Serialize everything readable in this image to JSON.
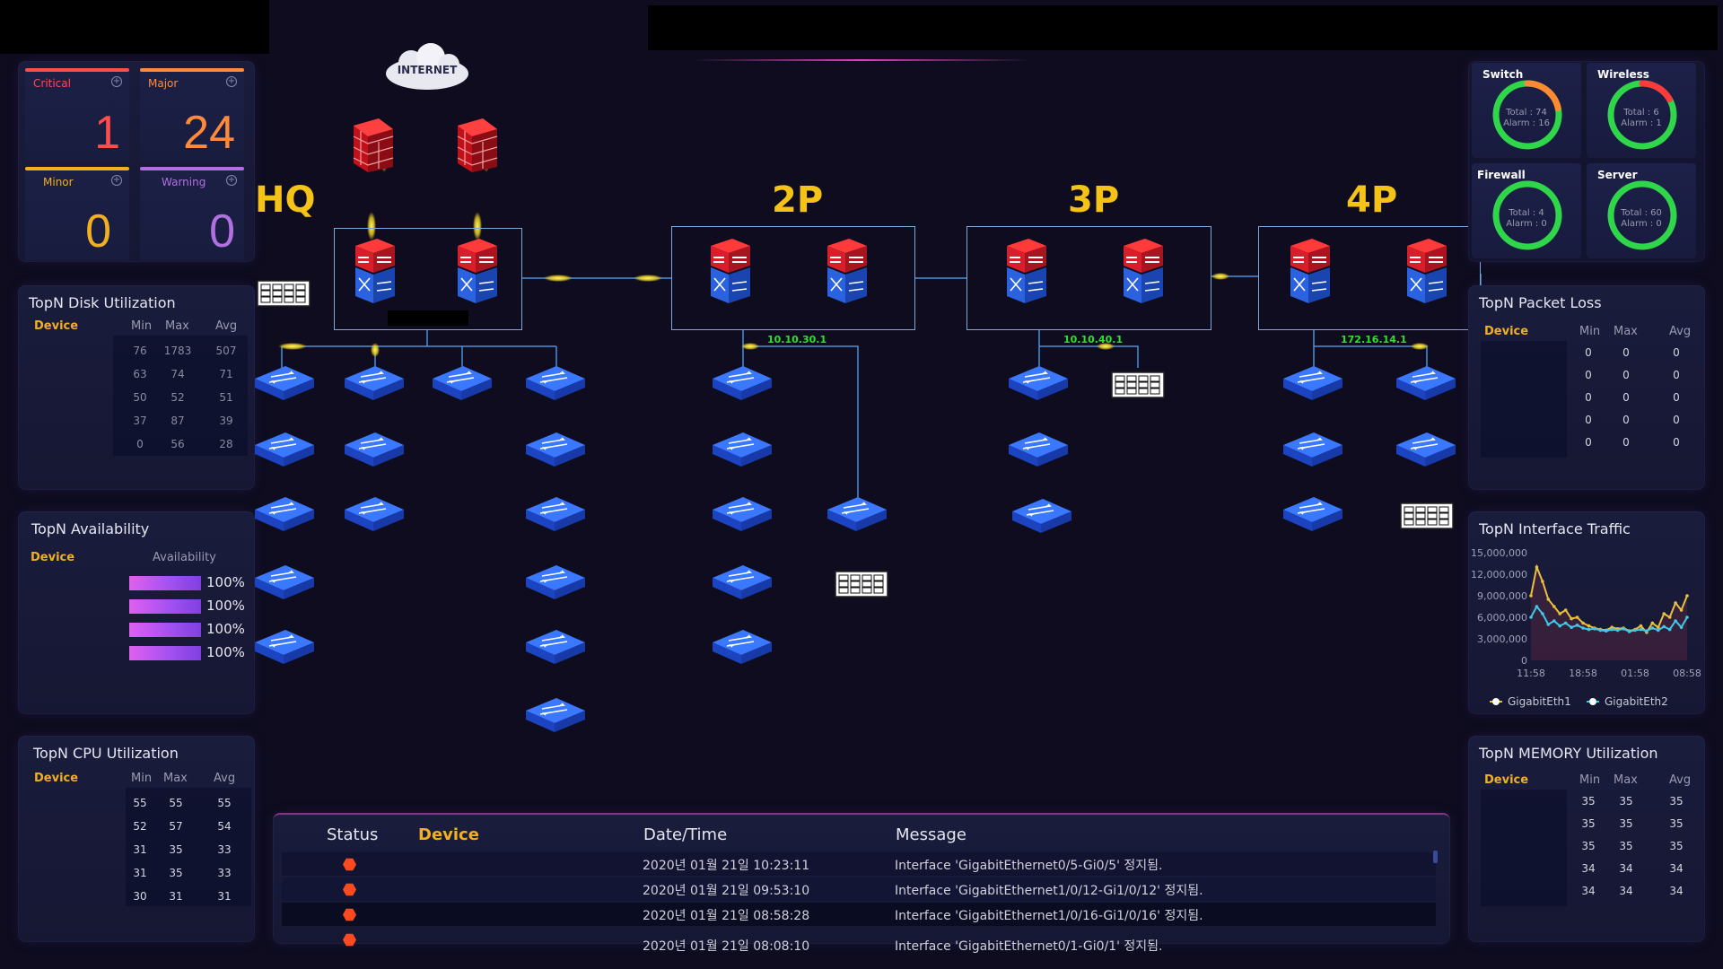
{
  "alarms": {
    "critical": {
      "label": "Critical",
      "value": "1",
      "color": "#ff4c4c"
    },
    "major": {
      "label": "Major",
      "value": "24",
      "color": "#ff8a3a"
    },
    "minor": {
      "label": "Minor",
      "value": "0",
      "color": "#f0b020"
    },
    "warning": {
      "label": "Warning",
      "value": "0",
      "color": "#b070e0"
    }
  },
  "map": {
    "internet": "INTERNET",
    "sites": [
      "HQ",
      "2P",
      "3P",
      "4P"
    ],
    "ips": [
      "10.10.30.1",
      "10.10.40.1",
      "172.16.14.1"
    ]
  },
  "disk": {
    "title": "TopN Disk Utilization",
    "headers": [
      "Device",
      "Min",
      "Max",
      "Avg"
    ],
    "rows": [
      [
        "76",
        "1783",
        "507"
      ],
      [
        "63",
        "74",
        "71"
      ],
      [
        "50",
        "52",
        "51"
      ],
      [
        "37",
        "87",
        "39"
      ],
      [
        "0",
        "56",
        "28"
      ]
    ]
  },
  "availability": {
    "title": "TopN Availability",
    "headers": [
      "Device",
      "Availability"
    ],
    "rows": [
      {
        "value": "100%",
        "fraction": 1.0
      },
      {
        "value": "100%",
        "fraction": 1.0
      },
      {
        "value": "100%",
        "fraction": 1.0
      },
      {
        "value": "100%",
        "fraction": 1.0
      }
    ]
  },
  "cpu": {
    "title": "TopN CPU Utilization",
    "headers": [
      "Device",
      "Min",
      "Max",
      "Avg"
    ],
    "rows": [
      [
        "55",
        "55",
        "55"
      ],
      [
        "52",
        "57",
        "54"
      ],
      [
        "31",
        "35",
        "33"
      ],
      [
        "31",
        "35",
        "33"
      ],
      [
        "30",
        "31",
        "31"
      ]
    ]
  },
  "gauges": [
    {
      "label": "Switch",
      "total": "Total : 74",
      "alarm": "Alarm : 16",
      "alarm_fraction": 0.216
    },
    {
      "label": "Wireless",
      "total": "Total : 6",
      "alarm": "Alarm : 1",
      "alarm_fraction": 0.167
    },
    {
      "label": "Firewall",
      "total": "Total : 4",
      "alarm": "Alarm : 0",
      "alarm_fraction": 0
    },
    {
      "label": "Server",
      "total": "Total : 60",
      "alarm": "Alarm : 0",
      "alarm_fraction": 0
    }
  ],
  "packet_loss": {
    "title": "TopN Packet Loss",
    "headers": [
      "Device",
      "Min",
      "Max",
      "Avg"
    ],
    "rows": [
      [
        "0",
        "0",
        "0"
      ],
      [
        "0",
        "0",
        "0"
      ],
      [
        "0",
        "0",
        "0"
      ],
      [
        "0",
        "0",
        "0"
      ],
      [
        "0",
        "0",
        "0"
      ]
    ]
  },
  "traffic": {
    "title": "TopN Interface Traffic",
    "legend": [
      "GigabitEth1",
      "GigabitEth2"
    ]
  },
  "chart_data": {
    "type": "line",
    "title": "TopN Interface Traffic",
    "x_ticks": [
      "11:58",
      "18:58",
      "01:58",
      "08:58"
    ],
    "y_ticks": [
      "15,000,000",
      "12,000,000",
      "9,000,000",
      "6,000,000",
      "3,000,000",
      "0"
    ],
    "ylim": [
      0,
      15000000
    ],
    "series": [
      {
        "name": "GigabitEth1",
        "color": "#e8c040",
        "values": [
          9000000,
          13000000,
          11000000,
          8500000,
          7500000,
          6500000,
          7000000,
          5800000,
          6000000,
          5200000,
          4800000,
          4500000,
          4300000,
          4200000,
          4600000,
          4400000,
          4500000,
          4100000,
          4300000,
          4800000,
          3900000,
          5200000,
          4600000,
          6500000,
          6000000,
          8000000,
          7000000,
          9000000
        ]
      },
      {
        "name": "GigabitEth2",
        "color": "#40c8e8",
        "values": [
          6000000,
          7500000,
          6500000,
          5000000,
          5500000,
          4800000,
          5200000,
          4600000,
          4900000,
          4500000,
          4300000,
          4400000,
          4200000,
          4100000,
          4300000,
          4200000,
          4400000,
          4000000,
          4200000,
          4300000,
          4100000,
          4500000,
          4200000,
          4700000,
          4300000,
          5500000,
          4600000,
          6000000
        ]
      }
    ],
    "grid": false,
    "legend": "bottom"
  },
  "memory": {
    "title": "TopN MEMORY Utilization",
    "headers": [
      "Device",
      "Min",
      "Max",
      "Avg"
    ],
    "rows": [
      [
        "35",
        "35",
        "35"
      ],
      [
        "35",
        "35",
        "35"
      ],
      [
        "35",
        "35",
        "35"
      ],
      [
        "34",
        "34",
        "34"
      ],
      [
        "34",
        "34",
        "34"
      ]
    ]
  },
  "events": {
    "headers": [
      "Status",
      "Device",
      "Date/Time",
      "Message"
    ],
    "rows": [
      {
        "datetime": "2020년 01월 21일 10:23:11",
        "message": "Interface 'GigabitEthernet0/5-Gi0/5' 정지됨."
      },
      {
        "datetime": "2020년 01월 21일 09:53:10",
        "message": "Interface 'GigabitEthernet1/0/12-Gi1/0/12' 정지됨."
      },
      {
        "datetime": "2020년 01월 21일 08:58:28",
        "message": "Interface 'GigabitEthernet1/0/16-Gi1/0/16' 정지됨."
      },
      {
        "datetime": "2020년 01월 21일 08:08:10",
        "message": "Interface 'GigabitEthernet0/1-Gi0/1' 정지됨."
      }
    ]
  }
}
